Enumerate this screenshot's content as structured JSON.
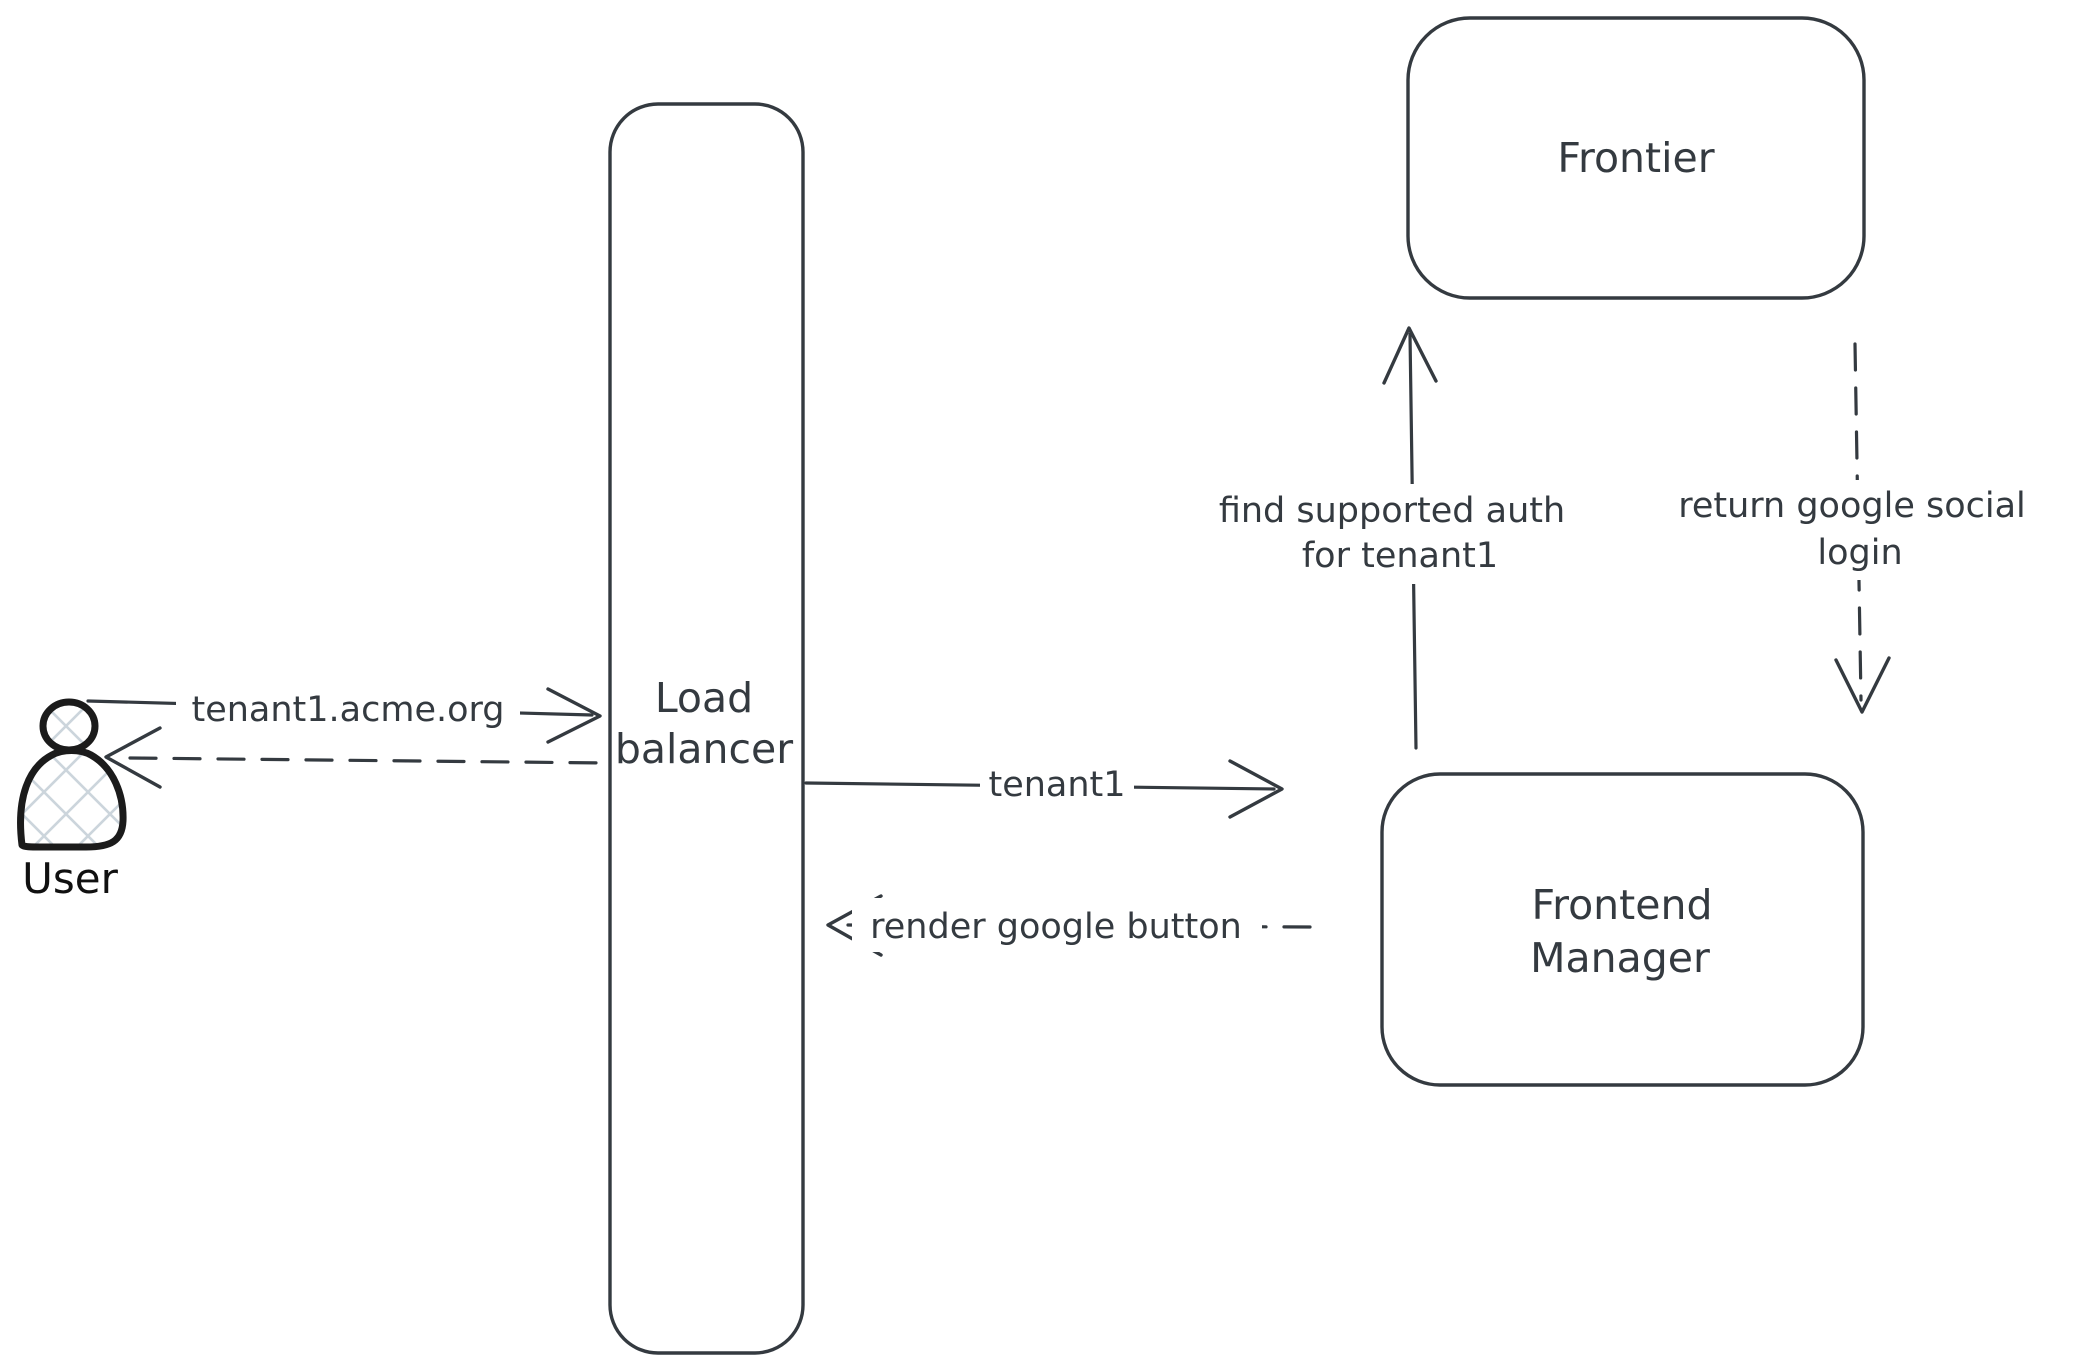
{
  "diagram": {
    "background": "#ffffff",
    "stroke_color": "#343a40",
    "person_stroke_color": "#1b1b1b",
    "person_hatch_color": "#ccd5dc",
    "nodes": {
      "user": {
        "label": "User",
        "shape": "person"
      },
      "load_balancer": {
        "label_lines": [
          "Load",
          "balancer"
        ],
        "shape": "rounded-rectangle"
      },
      "frontier": {
        "label": "Frontier",
        "shape": "rounded-rectangle"
      },
      "frontend_manager": {
        "label_lines": [
          "Frontend",
          "Manager"
        ],
        "shape": "rounded-rectangle"
      }
    },
    "edges": {
      "user_to_load_balancer": {
        "label": "tenant1.acme.org",
        "style": "solid",
        "direction": "right"
      },
      "load_balancer_to_user": {
        "label": "",
        "style": "dashed",
        "direction": "left"
      },
      "load_balancer_to_frontend_manager": {
        "label": "tenant1",
        "style": "solid",
        "direction": "right"
      },
      "frontend_manager_to_load_balancer": {
        "label": "render google button",
        "style": "dashed",
        "direction": "left"
      },
      "frontend_manager_to_frontier": {
        "label_lines": [
          "find supported auth",
          "for tenant1"
        ],
        "style": "solid",
        "direction": "up"
      },
      "frontier_to_frontend_manager": {
        "label_lines": [
          "return google social",
          "login"
        ],
        "style": "dashed",
        "direction": "down"
      }
    }
  }
}
